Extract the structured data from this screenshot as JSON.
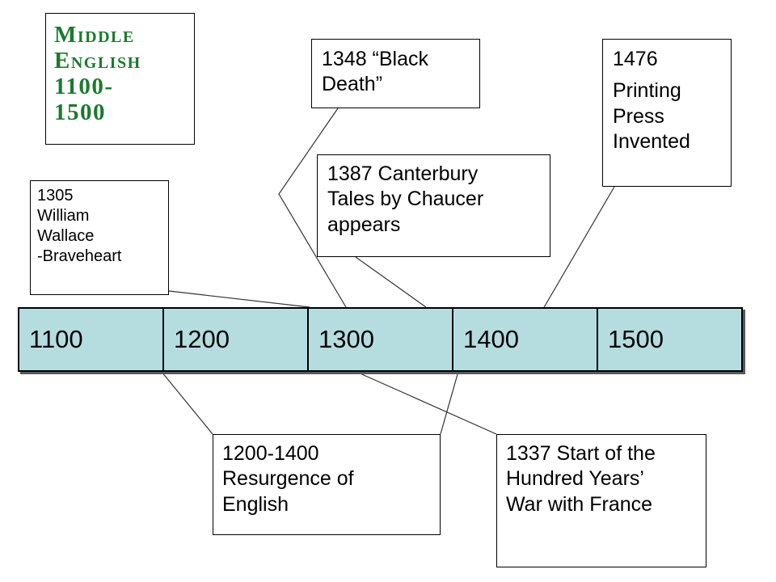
{
  "title": {
    "lines": [
      "Middle",
      "English",
      "1100-",
      "1500"
    ]
  },
  "timeline": {
    "years": [
      "1100",
      "1200",
      "1300",
      "1400",
      "1500"
    ]
  },
  "events": {
    "e1305": {
      "lines": [
        "1305",
        "William",
        "Wallace",
        "-Braveheart"
      ]
    },
    "e1348": {
      "lines": [
        "1348 “Black",
        "Death”"
      ]
    },
    "e1387": {
      "lines": [
        "1387 Canterbury",
        "Tales by Chaucer",
        "appears"
      ]
    },
    "e1476": {
      "year": "1476",
      "lines": [
        "Printing",
        "Press",
        "Invented"
      ]
    },
    "e1200": {
      "lines": [
        "1200-1400",
        "Resurgence of",
        "English"
      ]
    },
    "e1337": {
      "lines": [
        "1337 Start of the",
        "Hundred Years’",
        "War with France"
      ]
    }
  }
}
